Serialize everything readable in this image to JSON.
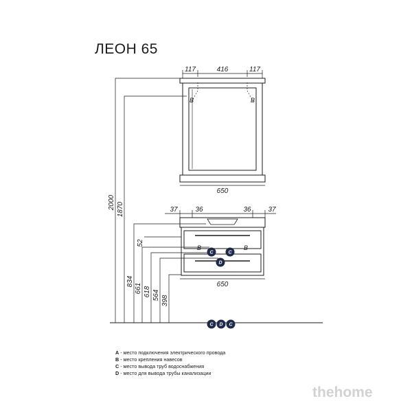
{
  "title": "ЛЕОН 65",
  "mirror": {
    "top_dims": [
      "117",
      "416",
      "117"
    ],
    "bottom_dim": "650",
    "mount_label": "B"
  },
  "vanity": {
    "top_dims": [
      "37",
      "36",
      "36",
      "37"
    ],
    "bottom_dim": "650",
    "mount_label": "B",
    "point_labels": [
      "C",
      "C",
      "D"
    ]
  },
  "floor_points": [
    "C",
    "D",
    "C"
  ],
  "vertical_dims": [
    "2000",
    "1870",
    "52",
    "834",
    "661",
    "618",
    "564",
    "398"
  ],
  "legend": [
    {
      "key": "A",
      "text": " - место подключения электрического провода"
    },
    {
      "key": "B",
      "text": " - место крепления навесов"
    },
    {
      "key": "C",
      "text": " - место вывода труб водоснабжения"
    },
    {
      "key": "D",
      "text": " - место для вывода трубы канализации"
    }
  ],
  "watermark": "thehome",
  "colors": {
    "line": "#1a1a1a",
    "marker": "#1f2a4a",
    "watermark": "#d2d2d2"
  }
}
